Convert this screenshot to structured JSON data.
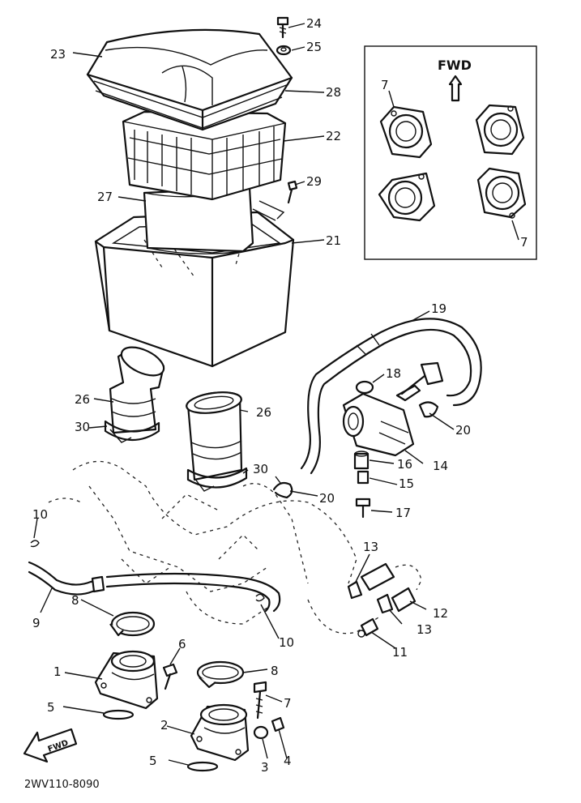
{
  "diagram": {
    "code": "2WV110-8090",
    "inset_label": "FWD",
    "arrow_label": "FWD",
    "callouts": {
      "c1": "1",
      "c2": "2",
      "c3": "3",
      "c4": "4",
      "c5a": "5",
      "c5b": "5",
      "c6": "6",
      "c7a": "7",
      "c7b": "7",
      "c7c": "7",
      "c8a": "8",
      "c8b": "8",
      "c9": "9",
      "c10a": "10",
      "c10b": "10",
      "c11": "11",
      "c12": "12",
      "c13a": "13",
      "c13b": "13",
      "c14": "14",
      "c15": "15",
      "c16": "16",
      "c17": "17",
      "c18": "18",
      "c19": "19",
      "c20a": "20",
      "c20b": "20",
      "c21": "21",
      "c22": "22",
      "c23": "23",
      "c24": "24",
      "c25": "25",
      "c26a": "26",
      "c26b": "26",
      "c27": "27",
      "c28": "28",
      "c29": "29",
      "c30a": "30",
      "c30b": "30"
    }
  }
}
